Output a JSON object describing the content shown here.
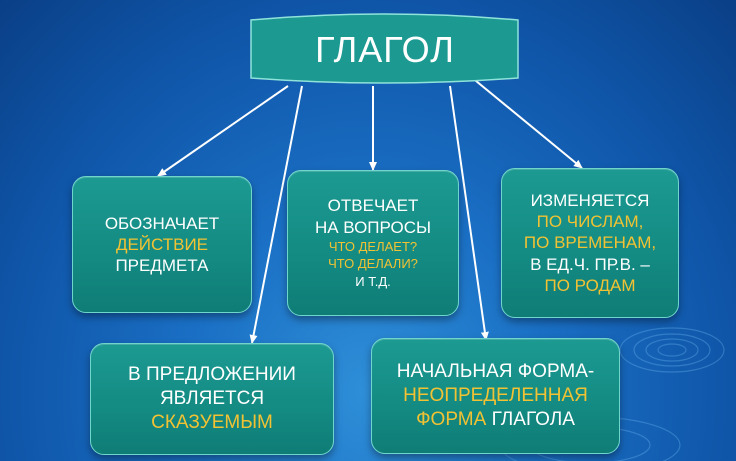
{
  "title": "ГЛАГОЛ",
  "boxes": {
    "designates": {
      "line1": "ОБОЗНАЧАЕТ",
      "line2": "ДЕЙСТВИЕ",
      "line3": "ПРЕДМЕТА"
    },
    "answers": {
      "line1": "ОТВЕЧАЕТ",
      "line2": "НА ВОПРОСЫ",
      "q1": "ЧТО ДЕЛАЕТ?",
      "q2": "ЧТО ДЕЛАЛИ?",
      "etc": "И Т.Д."
    },
    "changes": {
      "line1": "ИЗМЕНЯЕТСЯ",
      "line2": "ПО ЧИСЛАМ,",
      "line3": "ПО ВРЕМЕНАМ,",
      "line4": "В ЕД.Ч. ПР.В. –",
      "line5": "ПО РОДАМ"
    },
    "sentence": {
      "line1": "В ПРЕДЛОЖЕНИИ",
      "line2": "ЯВЛЯЕТСЯ",
      "line3": "СКАЗУЕМЫМ"
    },
    "initial_form": {
      "line1": "НАЧАЛЬНАЯ ФОРМА-",
      "line2": "НЕОПРЕДЕЛЕННАЯ",
      "line3a": "ФОРМА",
      "line3b": " ГЛАГОЛА"
    }
  },
  "colors": {
    "background": "#1565c0",
    "box_fill": "#138a82",
    "box_border": "#6fd6cc",
    "highlight": "#f2c233",
    "text": "#ffffff",
    "arrow": "#ffffff"
  }
}
